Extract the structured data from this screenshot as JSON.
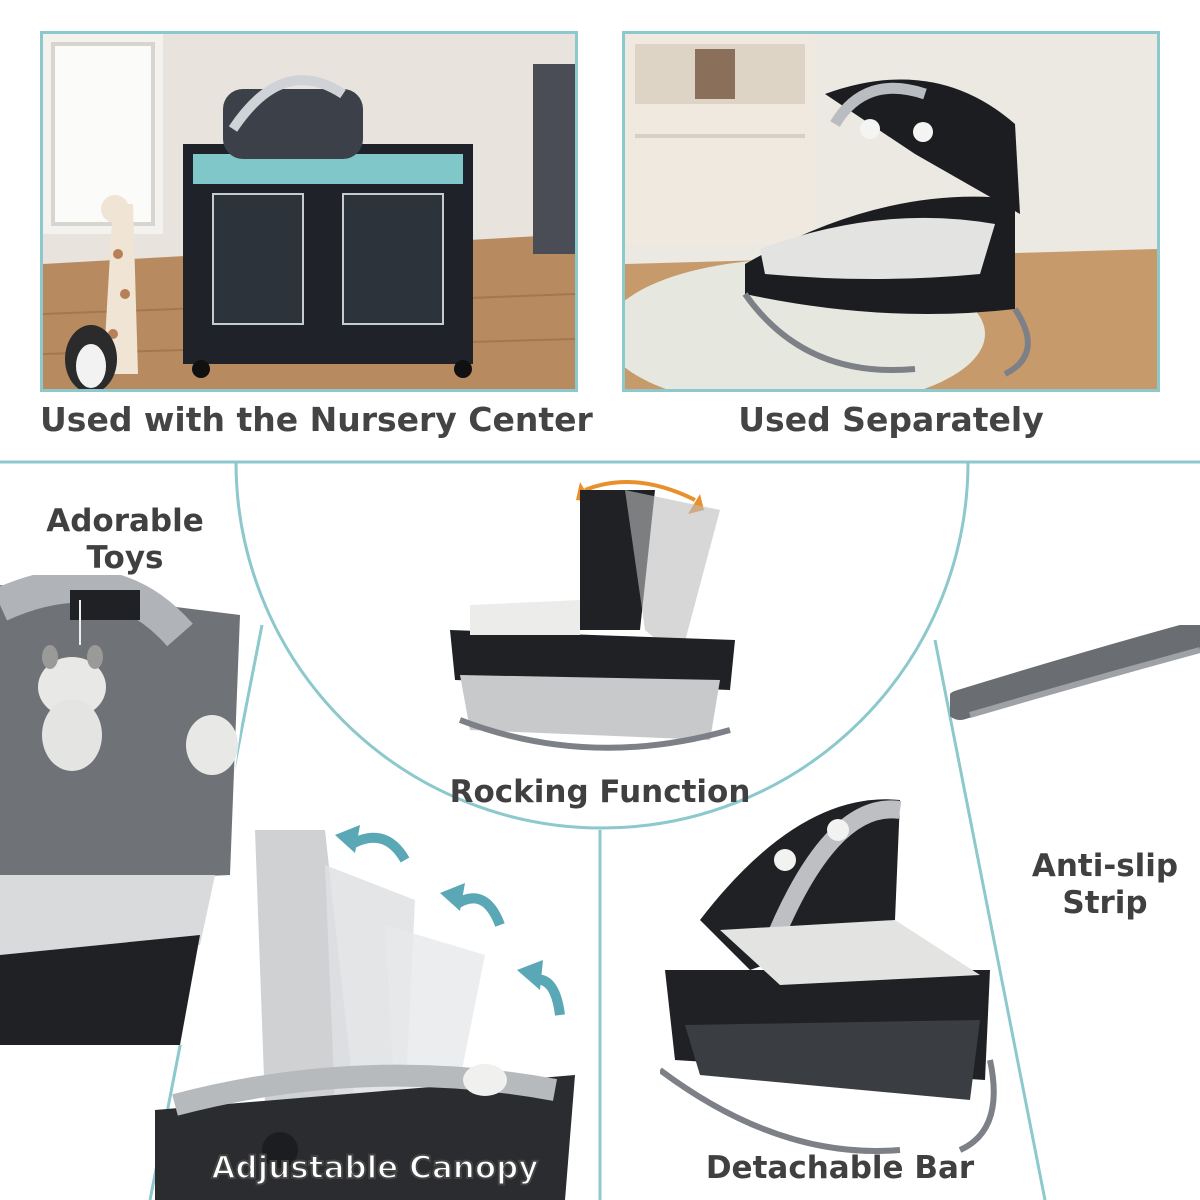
{
  "top_panels": [
    {
      "caption": "Used with the Nursery Center"
    },
    {
      "caption": "Used Separately"
    }
  ],
  "features": {
    "adorable_toys": {
      "line1": "Adorable",
      "line2": "Toys"
    },
    "rocking_function": "Rocking Function",
    "anti_slip_strip": {
      "line1": "Anti-slip",
      "line2": "Strip"
    },
    "adjustable_canopy": "Adjustable Canopy",
    "detachable_bar": "Detachable Bar"
  },
  "colors": {
    "frame_border": "#8cc8cc",
    "divider": "#8cc8cc",
    "arrow_accent": "#5aa7b5",
    "rocking_arrow": "#e8912c",
    "caption_text": "#444444"
  }
}
